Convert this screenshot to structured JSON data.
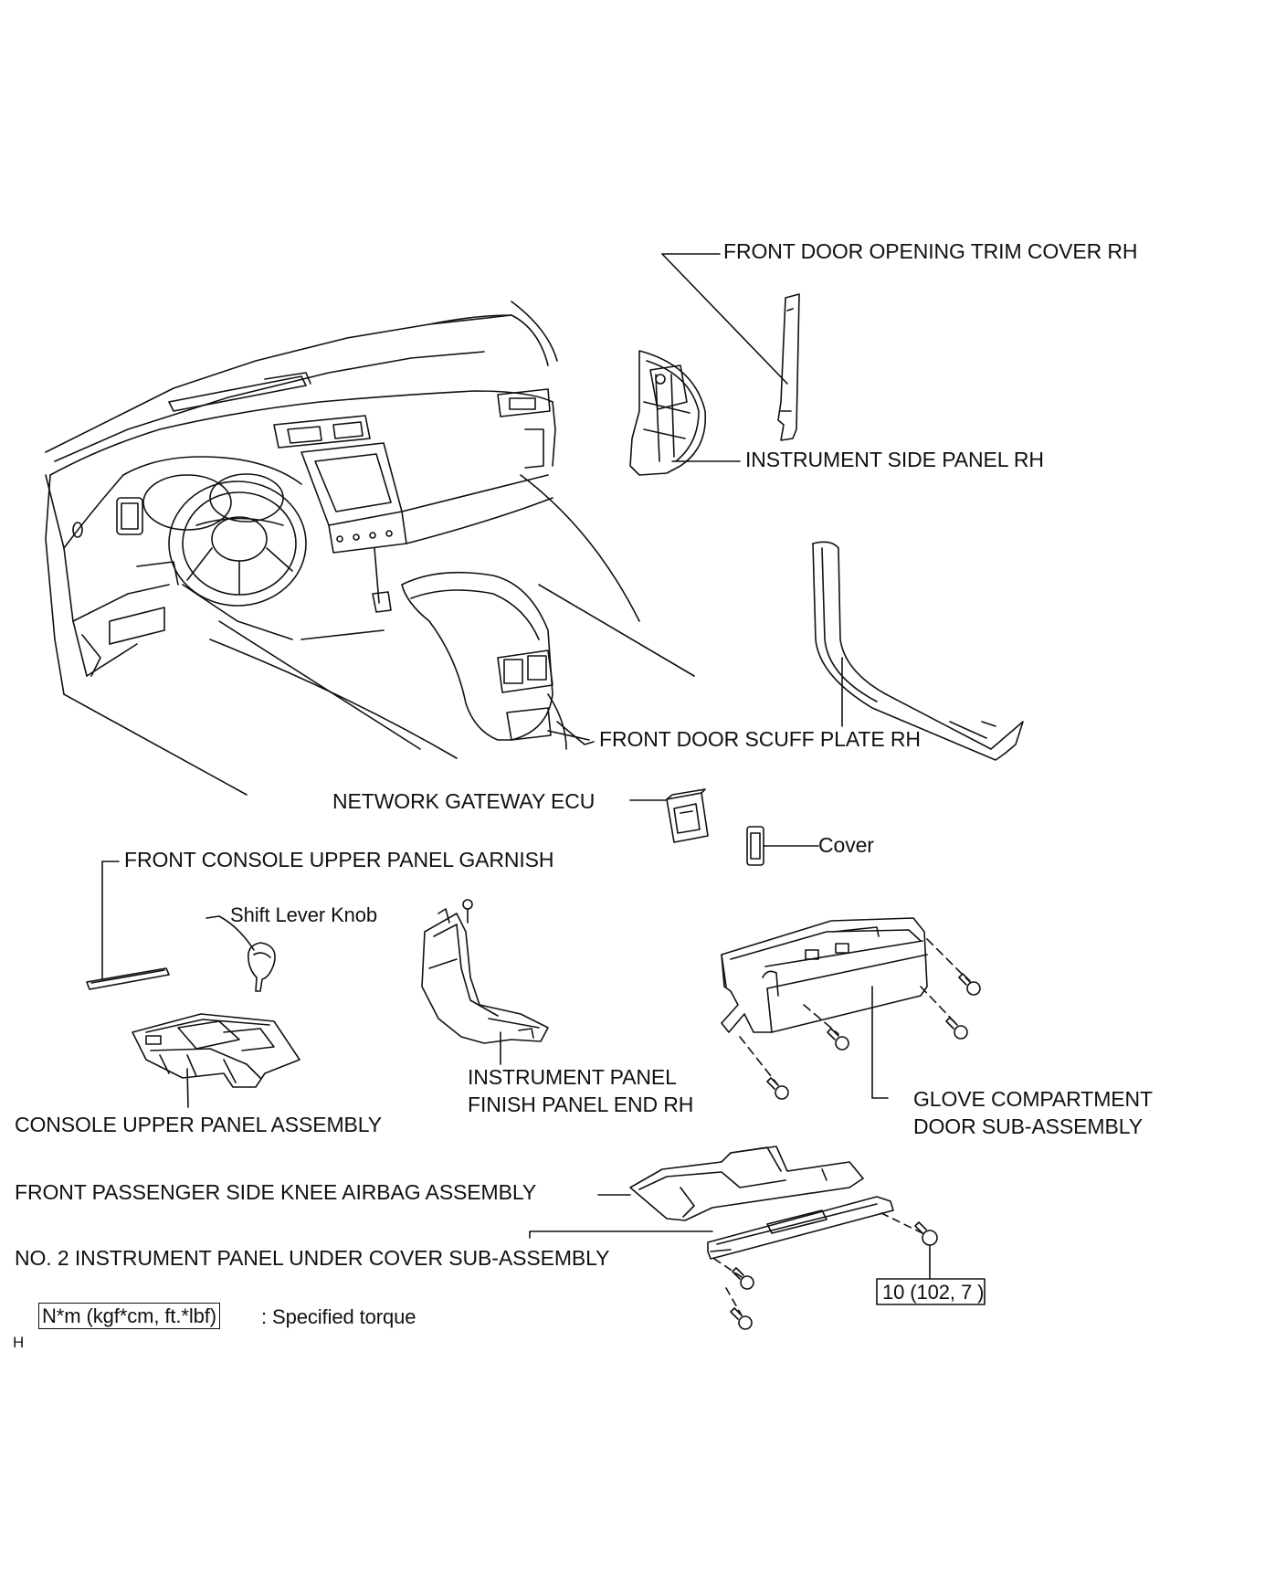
{
  "labels": {
    "front_door_opening_trim_cover": "FRONT DOOR OPENING TRIM COVER RH",
    "instrument_side_panel": "INSTRUMENT SIDE PANEL RH",
    "front_door_scuff_plate": "FRONT DOOR SCUFF PLATE RH",
    "network_gateway_ecu": "NETWORK GATEWAY ECU",
    "cover": "Cover",
    "front_console_upper_panel_garnish": "FRONT CONSOLE UPPER PANEL GARNISH",
    "shift_lever_knob": "Shift Lever Knob",
    "instrument_panel_finish_end_line1": "INSTRUMENT PANEL",
    "instrument_panel_finish_end_line2": "FINISH PANEL END RH",
    "console_upper_panel_assembly": "CONSOLE UPPER PANEL ASSEMBLY",
    "glove_compartment_line1": "GLOVE COMPARTMENT",
    "glove_compartment_line2": "DOOR SUB-ASSEMBLY",
    "knee_airbag_assembly": "FRONT PASSENGER SIDE KNEE AIRBAG ASSEMBLY",
    "under_cover_sub_assembly": "NO. 2 INSTRUMENT PANEL UNDER COVER SUB-ASSEMBLY"
  },
  "torque": {
    "value": "10 (102, 7 )"
  },
  "legend": {
    "units": "N*m (kgf*cm, ft.*lbf)",
    "description": ": Specified torque"
  },
  "corner_mark": "H",
  "line_color": "#111111"
}
